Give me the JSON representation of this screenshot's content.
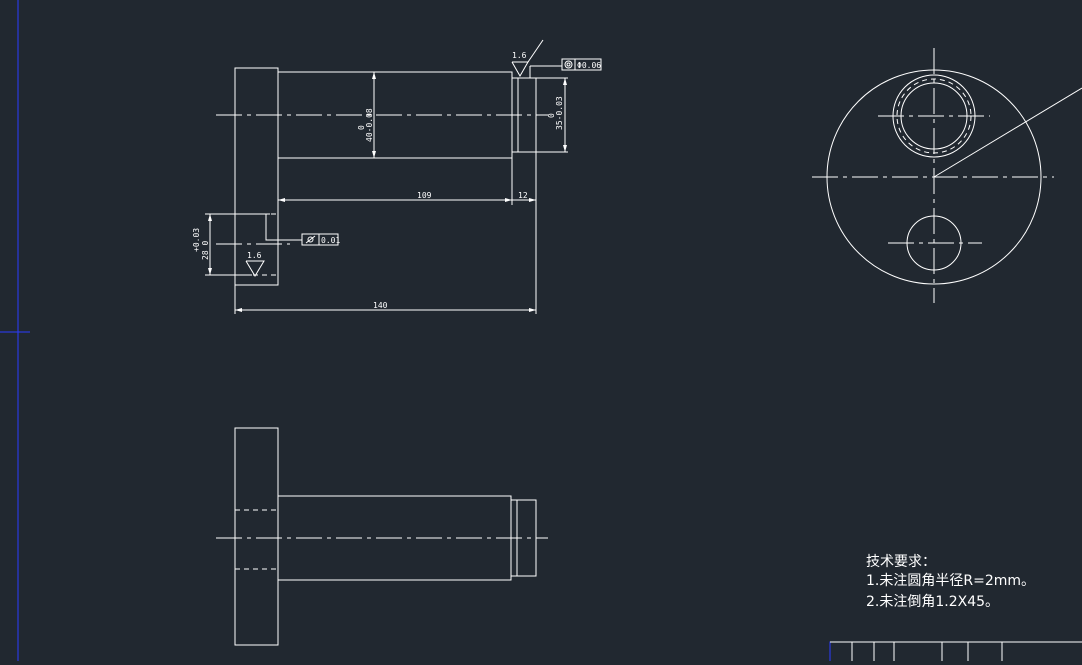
{
  "drawing": {
    "front_view": {
      "dim_overall_length": "140",
      "dim_shaft_length": "109",
      "dim_shoulder_length": "12",
      "dim_shaft_diameter": "40-0.08",
      "dim_shaft_diameter_upper": "0",
      "dim_end_diameter": "35-0.03",
      "dim_end_diameter_upper": "0",
      "dim_bore": "28 0",
      "dim_bore_tol": "+0.03",
      "roughness_top": "1.6",
      "roughness_bore": "1.6",
      "tol_frame_top_value": "Φ0.06",
      "tol_frame_bore_value": "0.01"
    },
    "tech_notes": {
      "heading": "技术要求：",
      "items": [
        "1.未注圆角半径R=2mm。",
        "2.未注倒角1.2X45。"
      ]
    }
  }
}
